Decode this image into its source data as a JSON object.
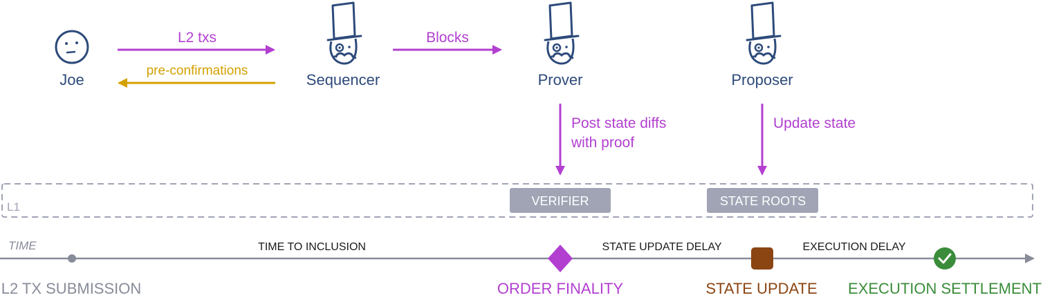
{
  "actors": [
    {
      "id": "joe",
      "label": "Joe",
      "icon": "face-icon"
    },
    {
      "id": "sequencer",
      "label": "Sequencer",
      "icon": "top-hat-monocle-icon"
    },
    {
      "id": "prover",
      "label": "Prover",
      "icon": "top-hat-monocle-icon"
    },
    {
      "id": "proposer",
      "label": "Proposer",
      "icon": "top-hat-monocle-icon"
    }
  ],
  "messages": {
    "l2_txs": "L2 txs",
    "pre_confirmations": "pre-confirmations",
    "blocks": "Blocks",
    "post_state_diffs_line1": "Post state diffs",
    "post_state_diffs_line2": "with proof",
    "update_state": "Update state"
  },
  "l1": {
    "label": "L1",
    "verifier": "VERIFIER",
    "state_roots": "STATE ROOTS"
  },
  "timeline": {
    "axis_label": "TIME",
    "segments": {
      "time_to_inclusion": "TIME TO INCLUSION",
      "state_update_delay": "STATE UPDATE DELAY",
      "execution_delay": "EXECUTION DELAY"
    },
    "events": {
      "l2_tx_submission": "L2 TX SUBMISSION",
      "order_finality": "ORDER FINALITY",
      "state_update": "STATE UPDATE",
      "execution_settlement": "EXECUTION SETTLEMENT"
    }
  },
  "colors": {
    "actor": "#2d4a7a",
    "message": "#b23fd0",
    "preconf": "#d4a100",
    "l1_box": "#a0a4b4",
    "axis": "#888c99",
    "order_finality": "#b23fd0",
    "state_update": "#8b4513",
    "execution_settlement": "#3a8c3a",
    "submission": "#888c99"
  }
}
